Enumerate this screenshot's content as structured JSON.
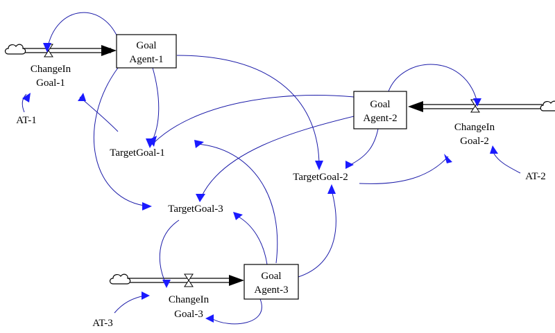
{
  "stocks": {
    "agent1": [
      "Goal",
      "Agent-1"
    ],
    "agent2": [
      "Goal",
      "Agent-2"
    ],
    "agent3": [
      "Goal",
      "Agent-3"
    ]
  },
  "flows": {
    "change1": [
      "ChangeIn",
      "Goal-1"
    ],
    "change2": [
      "ChangeIn",
      "Goal-2"
    ],
    "change3": [
      "ChangeIn",
      "Goal-3"
    ]
  },
  "auxiliaries": {
    "target1": "TargetGoal-1",
    "target2": "TargetGoal-2",
    "target3": "TargetGoal-3",
    "at1": "AT-1",
    "at2": "AT-2",
    "at3": "AT-3"
  },
  "colors": {
    "link": "#1a1aa8",
    "arrowhead": "#1a1aff",
    "stock_border": "#000000"
  }
}
